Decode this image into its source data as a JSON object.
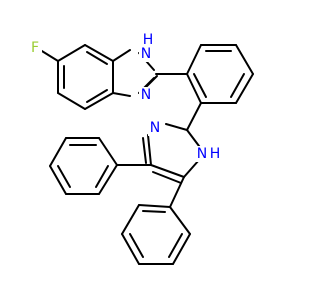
{
  "molecule": {
    "atoms": {
      "F": {
        "text": "F",
        "color": "#9acd32"
      },
      "N_top": {
        "text": "H",
        "color": "#0000ff"
      },
      "N_top_n": {
        "text": "N",
        "color": "#0000ff"
      },
      "N_mid": {
        "text": "N",
        "color": "#0000ff"
      },
      "N_im_left": {
        "text": "N",
        "color": "#0000ff"
      },
      "N_im_right_n": {
        "text": "N",
        "color": "#0000ff"
      },
      "N_im_right_h": {
        "text": "H",
        "color": "#0000ff"
      }
    }
  }
}
